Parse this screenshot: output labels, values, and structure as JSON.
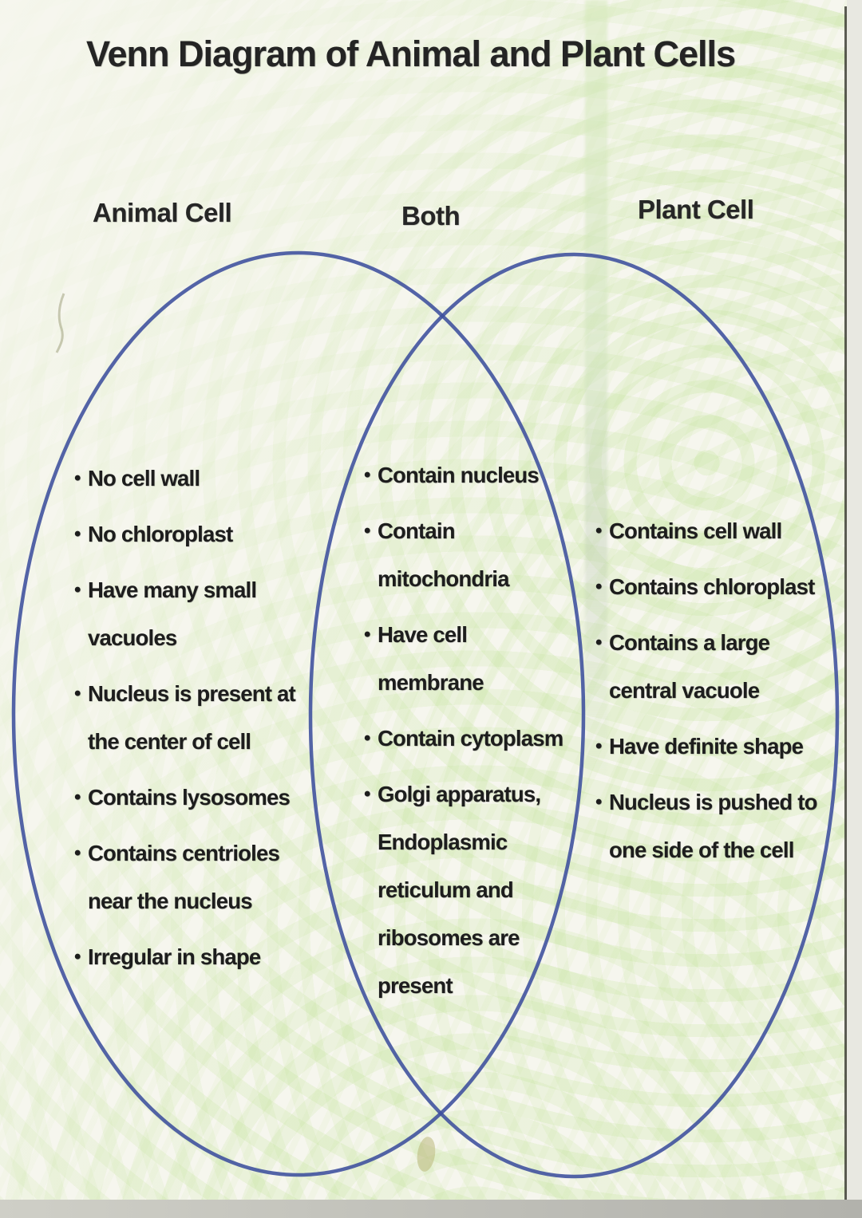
{
  "bullet": "•",
  "title": "Venn Diagram of Animal and Plant Cells",
  "venn": {
    "left": {
      "label": "Animal Cell",
      "items": [
        "No cell wall",
        "No chloroplast",
        "Have many small\nvacuoles",
        "Nucleus is present at\nthe center of cell",
        "Contains lysosomes",
        "Contains centrioles\nnear the nucleus",
        "Irregular in shape"
      ]
    },
    "middle": {
      "label": "Both",
      "items": [
        "Contain nucleus",
        "Contain\nmitochondria",
        "Have cell\nmembrane",
        "Contain cytoplasm",
        "Golgi apparatus,\nEndoplasmic\nreticulum and\nribosomes are\npresent"
      ]
    },
    "right": {
      "label": "Plant Cell",
      "items": [
        "Contains cell wall",
        "Contains chloroplast",
        "Contains a large\ncentral vacuole",
        "Have definite shape",
        "Nucleus is pushed to\none side of the cell"
      ]
    }
  },
  "colors": {
    "circle_stroke": "#3c4f9d",
    "text": "#1d1d1d",
    "page_bg": "#f6f6ee",
    "moire_green": "#bae08c"
  }
}
